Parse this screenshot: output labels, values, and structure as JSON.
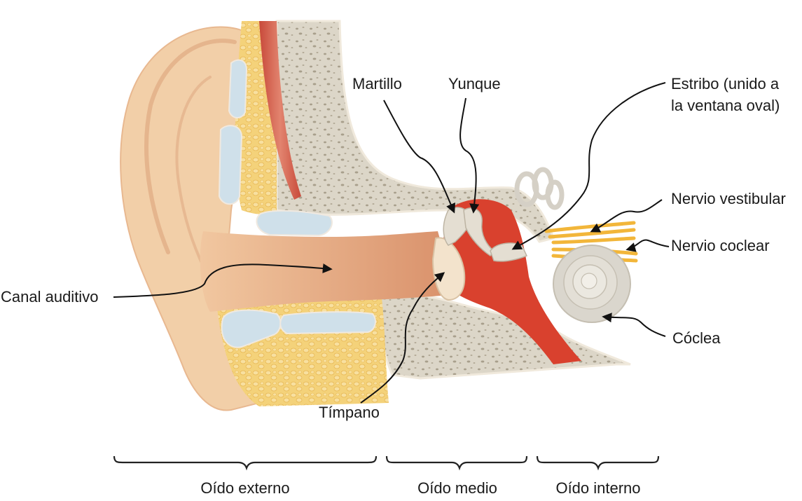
{
  "labels": {
    "canal_auditivo": "Canal auditivo",
    "martillo": "Martillo",
    "yunque": "Yunque",
    "estribo_line1": "Estribo (unido a",
    "estribo_line2": "la ventana oval)",
    "nervio_vestibular": "Nervio vestibular",
    "nervio_coclear": "Nervio coclear",
    "coclea": "Cóclea",
    "timpano": "Tímpano"
  },
  "sections": {
    "externo": "Oído externo",
    "medio": "Oído medio",
    "interno": "Oído interno"
  },
  "colors": {
    "skin": "#f2cfa8",
    "skin_shadow": "#e2ab80",
    "canal": "#e7b08a",
    "fat": "#f3d47a",
    "cartilage": "#cfe0ea",
    "bone": "#ddd8cc",
    "bone_pore": "#b9b1a0",
    "muscle": "#d8604d",
    "cavity": "#d8442f",
    "nerve": "#f2b63a",
    "cochlea": "#d9d5cc",
    "leader": "#111111"
  }
}
